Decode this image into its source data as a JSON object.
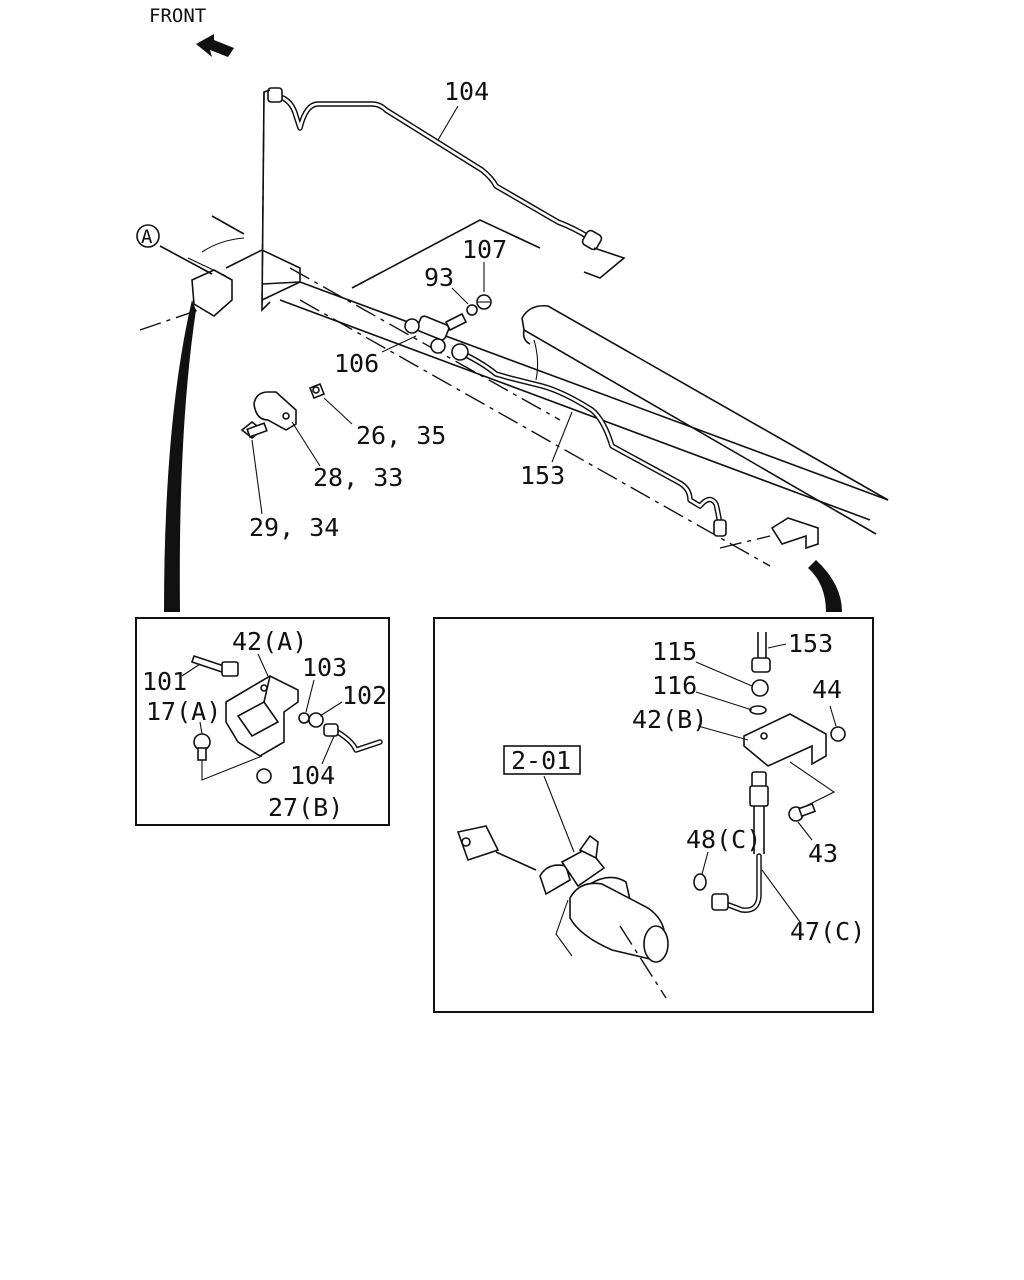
{
  "header": {
    "direction": "FRONT"
  },
  "markers": {
    "detail_a": "A"
  },
  "callouts": {
    "main": {
      "p104": "104",
      "p107": "107",
      "p93": "93",
      "p106": "106",
      "p26_35": "26, 35",
      "p28_33": "28, 33",
      "p29_34": "29, 34",
      "p153": "153"
    },
    "detail_left": {
      "p42a": "42(A)",
      "p101": "101",
      "p103": "103",
      "p102": "102",
      "p17a": "17(A)",
      "p104": "104",
      "p27b": "27(B)"
    },
    "detail_right": {
      "p115": "115",
      "p153": "153",
      "p116": "116",
      "p44": "44",
      "p42b": "42(B)",
      "p2_01": "2-01",
      "p48c": "48(C)",
      "p43": "43",
      "p47c": "47(C)"
    }
  }
}
